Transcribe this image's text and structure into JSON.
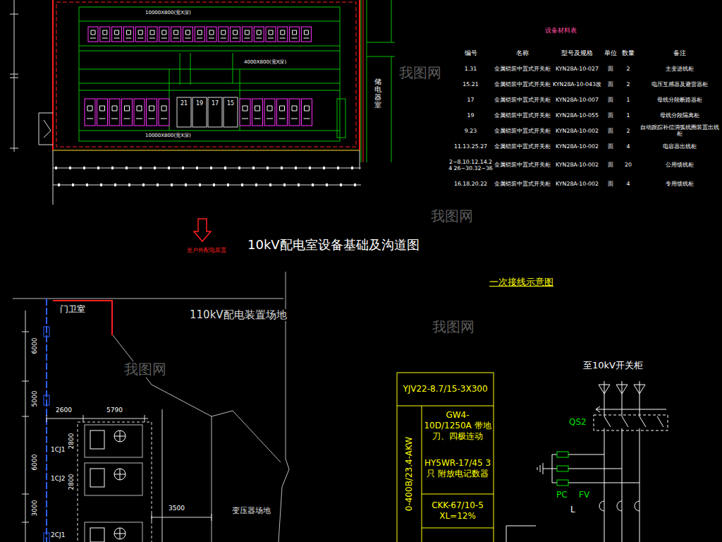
{
  "diagram": {
    "nodes": [
      {
        "text": [
          "门卫室"
        ]
      },
      {
        "text": [
          "YJV22-8.7/15-3X300"
        ]
      },
      {
        "text": [
          "GW4-10D/1250A 带地刀、四极连动"
        ]
      },
      {
        "text": [
          "HY5WR-17/45 3只 附放电记数器"
        ]
      },
      {
        "text": [
          "CKK-67/10-5 XL=12%"
        ]
      },
      {
        "text": [
          "0-400B/23.4-AKW"
        ]
      }
    ],
    "labels": [
      "10000X800(宽X深)",
      "4000X800(宽X深)",
      "10000X800(宽X深)",
      "21",
      "19",
      "17",
      "15",
      "储电器室",
      "设备材料表",
      "编号",
      "名称",
      "型号及规格",
      "单位",
      "数量",
      "备注",
      "1.31",
      "金属铠装中置式开关柜",
      "KYN28A-10-027",
      "面",
      "2",
      "主变进线柜",
      "15.21",
      "金属铠装中置式开关柜",
      "KYN28A-10-043改",
      "面",
      "2",
      "电压互感器及避雷器柜",
      "17",
      "金属铠装中置式开关柜",
      "KYN28A-10-007",
      "面",
      "1",
      "母线分段断路器柜",
      "19",
      "金属铠装中置式开关柜",
      "KYN28A-10-055",
      "面",
      "1",
      "母线分段隔离柜",
      "9.23",
      "金属铠装中置式开关柜",
      "KYN28A-10-002",
      "面",
      "2",
      "自动跟踪补偿消弧线圈装置出线柜",
      "11.13.25.27",
      "金属铠装中置式开关柜",
      "KYN28A-10-002",
      "面",
      "4",
      "电容器出线柜",
      "2~8.10.12.14.24 26~30.32~36",
      "金属铠装中置式开关柜",
      "KYN28A-10-002",
      "面",
      "20",
      "公用馈线柜",
      "16.18.20.22",
      "金属铠装中置式开关柜",
      "KYN28A-10-002",
      "面",
      "4",
      "专用馈线柜",
      "10kV配电室设备基础及沟道图",
      "至户外配电装置",
      "110kV配电装置场地",
      "变压器场地",
      "2600",
      "5790",
      "5000",
      "6000",
      "6000",
      "3000",
      "2800",
      "2800",
      "1CJ1",
      "1CJ2",
      "2CJ1",
      "3500",
      "一次接线示意图",
      "至10kV开关柜",
      "QS2",
      "PC",
      "FV",
      "L",
      "我图网",
      "我图网",
      "我图网",
      "我图网"
    ]
  }
}
